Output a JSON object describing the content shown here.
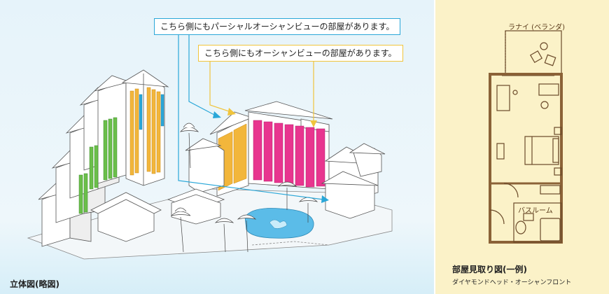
{
  "callouts": {
    "partial_ocean": "こちら側にもパーシャルオーシャンビューの部屋があります。",
    "ocean": "こちら側にもオーシャンビューの部屋があります。"
  },
  "left_caption": "立体図(略図)",
  "floor_plan": {
    "title": "部屋見取り図(一例)",
    "subtitle": "ダイヤモンドヘッド・オーシャンフロント",
    "lanai_label": "ラナイ (ベランダ)",
    "bathroom_label": "バスルーム"
  },
  "colors": {
    "ocean_view": "#e8358f",
    "partial_ocean_view": "#f2b63b",
    "garden_view": "#6bbf4a",
    "blue_accent": "#2aa7d8",
    "callout_yellow": "#f0c43c",
    "pool": "#5bbce8"
  }
}
